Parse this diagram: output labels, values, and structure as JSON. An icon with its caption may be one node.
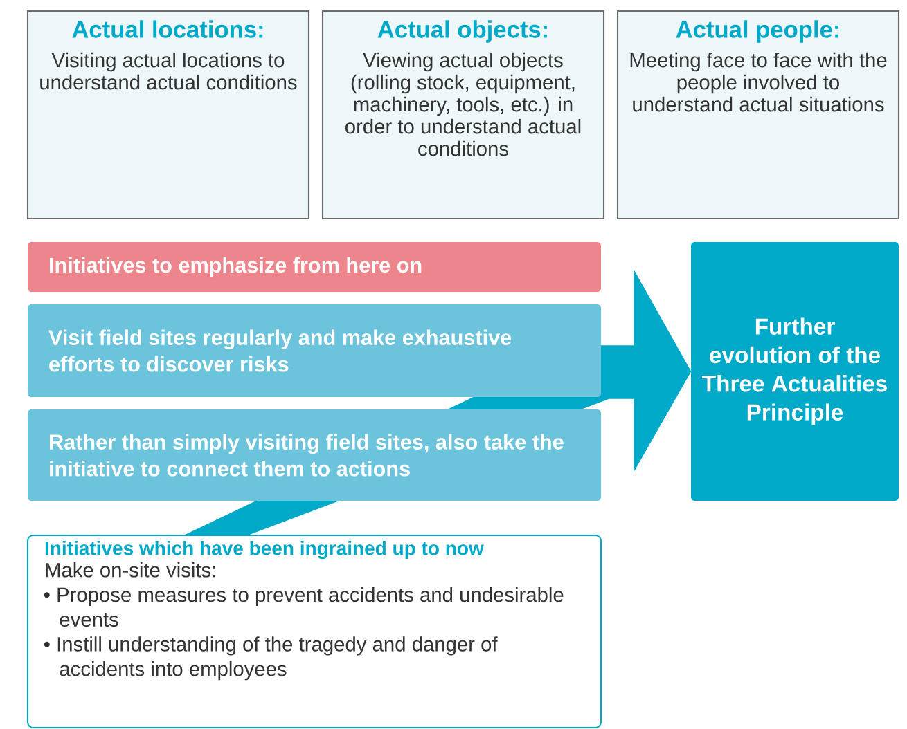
{
  "diagram": {
    "nodes": [
      {
        "text": [
          "Actual locations:",
          "Visiting actual locations to understand actual conditions"
        ]
      },
      {
        "text": [
          "Actual objects:",
          "Viewing actual objects (rolling stock, equipment, machinery, tools, etc.) in order to understand actual conditions"
        ]
      },
      {
        "text": [
          "Actual people:",
          "Meeting face to face with the people involved to understand actual situations"
        ]
      },
      {
        "text": [
          "Initiatives to emphasize from here on"
        ]
      },
      {
        "text": [
          "Visit field sites regularly and make exhaustive efforts to discover risks"
        ]
      },
      {
        "text": [
          "Rather than simply visiting field sites, also take the initiative to connect them to actions"
        ]
      },
      {
        "text": [
          "Further evolution of the Three Actualities Principle"
        ]
      },
      {
        "text": [
          "Initiatives which have been ingrained up to now",
          "Make on-site visits:",
          "• Propose measures to prevent accidents and undesirable events",
          "• Instill understanding of the tragedy and danger of accidents into employees"
        ]
      }
    ],
    "edges": [
      {
        "from": 7,
        "to": 6,
        "arrow": "to"
      }
    ]
  }
}
